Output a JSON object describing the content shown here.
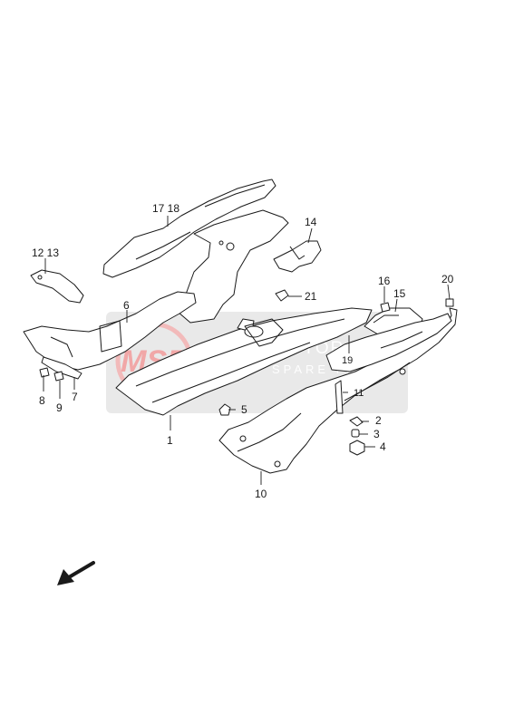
{
  "diagram": {
    "callouts": [
      {
        "id": "c1",
        "text": "1"
      },
      {
        "id": "c2",
        "text": "2"
      },
      {
        "id": "c3",
        "text": "3"
      },
      {
        "id": "c4",
        "text": "4"
      },
      {
        "id": "c5",
        "text": "5"
      },
      {
        "id": "c6",
        "text": "6"
      },
      {
        "id": "c7",
        "text": "7"
      },
      {
        "id": "c8",
        "text": "8"
      },
      {
        "id": "c9",
        "text": "9"
      },
      {
        "id": "c10",
        "text": "10"
      },
      {
        "id": "c11",
        "text": "11"
      },
      {
        "id": "c1213",
        "text": "12 13"
      },
      {
        "id": "c14",
        "text": "14"
      },
      {
        "id": "c15",
        "text": "15"
      },
      {
        "id": "c16",
        "text": "16"
      },
      {
        "id": "c1718",
        "text": "17 18"
      },
      {
        "id": "c19",
        "text": "19"
      },
      {
        "id": "c20",
        "text": "20"
      },
      {
        "id": "c21",
        "text": "21"
      }
    ],
    "watermark": {
      "logo": "MSP",
      "line1": "MOTORCYCLE",
      "line2": "SPARE PARTS"
    },
    "colors": {
      "line": "#1a1a1a",
      "watermark": "#c9c9c9",
      "watermark_logo": "#f08a8a"
    }
  }
}
